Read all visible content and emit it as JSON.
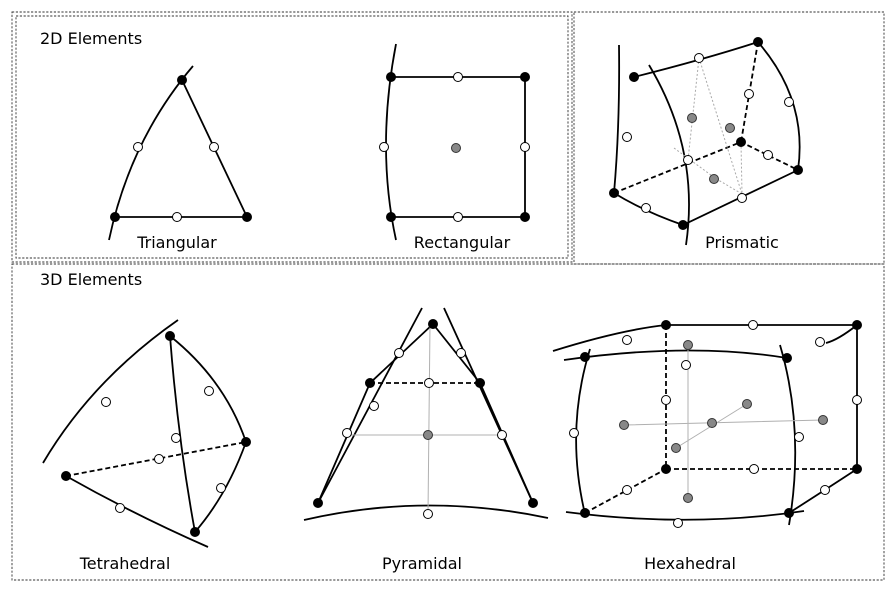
{
  "groups": {
    "two_d": "2D Elements",
    "three_d": "3D Elements"
  },
  "labels": {
    "triangular": "Triangular",
    "rectangular": "Rectangular",
    "prismatic": "Prismatic",
    "tetrahedral": "Tetrahedral",
    "pyramidal": "Pyramidal",
    "hexahedral": "Hexahedral"
  },
  "colors": {
    "corner_node": "#000000",
    "midside_node": "#ffffff",
    "center_node": "#888888"
  }
}
